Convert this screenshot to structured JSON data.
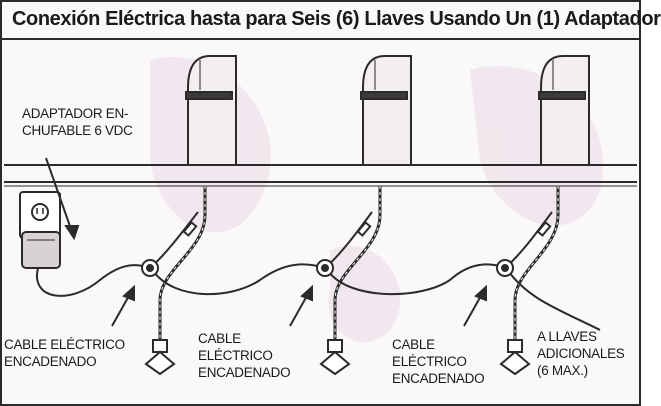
{
  "title": "Conexión Eléctrica hasta para Seis (6) Llaves Usando Un (1) Adaptador",
  "labels": {
    "adapter": [
      "ADAPTADOR EN-",
      "CHUFABLE 6 VDC"
    ],
    "cable_1": [
      "CABLE ELÉCTRICO",
      "ENCADENADO"
    ],
    "cable_2": [
      "CABLE",
      "ELÉCTRICO",
      "ENCADENADO"
    ],
    "cable_3": [
      "CABLE",
      "ELÉCTRICO",
      "ENCADENADO"
    ],
    "additional": [
      "A LLAVES",
      "ADICIONALES",
      "(6 MAX.)"
    ]
  },
  "colors": {
    "line": "#2b2b2b",
    "background": "#fbf8fa",
    "watermark": "#ecdce6"
  }
}
